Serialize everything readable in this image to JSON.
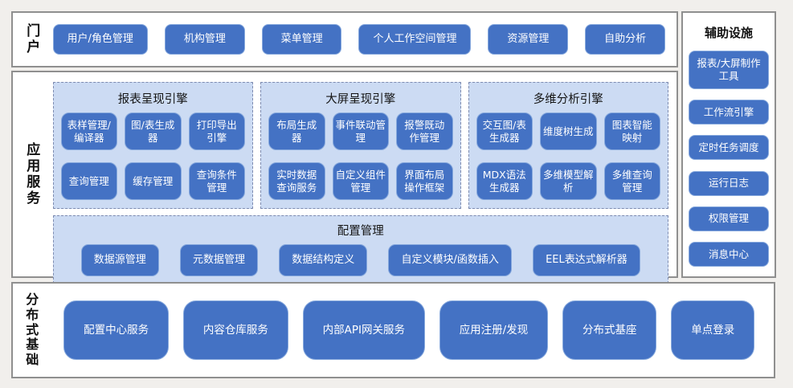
{
  "portal": {
    "label": "门户",
    "buttons": [
      "用户/角色管理",
      "机构管理",
      "菜单管理",
      "个人工作空间管理",
      "资源管理",
      "自助分析"
    ]
  },
  "app_services": {
    "label": "应用服务",
    "panels": [
      {
        "title": "报表呈现引擎",
        "buttons": [
          "表样管理/编译器",
          "图/表生成器",
          "打印导出引擎",
          "查询管理",
          "缓存管理",
          "查询条件管理"
        ]
      },
      {
        "title": "大屏呈现引擎",
        "buttons": [
          "布局生成器",
          "事件联动管理",
          "报警既动作管理",
          "实时数据查询服务",
          "自定义组件管理",
          "界面布局操作框架"
        ]
      },
      {
        "title": "多维分析引擎",
        "buttons": [
          "交互图/表生成器",
          "维度树生成",
          "图表智能映射",
          "MDX语法生成器",
          "多维模型解析",
          "多维查询管理"
        ]
      }
    ],
    "config": {
      "title": "配置管理",
      "buttons": [
        "数据源管理",
        "元数据管理",
        "数据结构定义",
        "自定义模块/函数插入",
        "EEL表达式解析器"
      ]
    }
  },
  "auxiliary": {
    "title": "辅助设施",
    "buttons": [
      "报表/大屏制作工具",
      "工作流引擎",
      "定时任务调度",
      "运行日志",
      "权限管理",
      "消息中心"
    ]
  },
  "distributed": {
    "label": "分布式基础",
    "buttons": [
      "配置中心服务",
      "内容仓库服务",
      "内部API网关服务",
      "应用注册/发现",
      "分布式基座",
      "单点登录"
    ]
  },
  "colors": {
    "button_blue": "#4472c4",
    "button_border": "#87a9dd",
    "panel_light_blue": "#ccdbf3",
    "panel_dashed_border": "#7d8bb0",
    "box_border": "#8f8f8f",
    "page_background": "#f1efec",
    "button_text": "#ffffff"
  }
}
